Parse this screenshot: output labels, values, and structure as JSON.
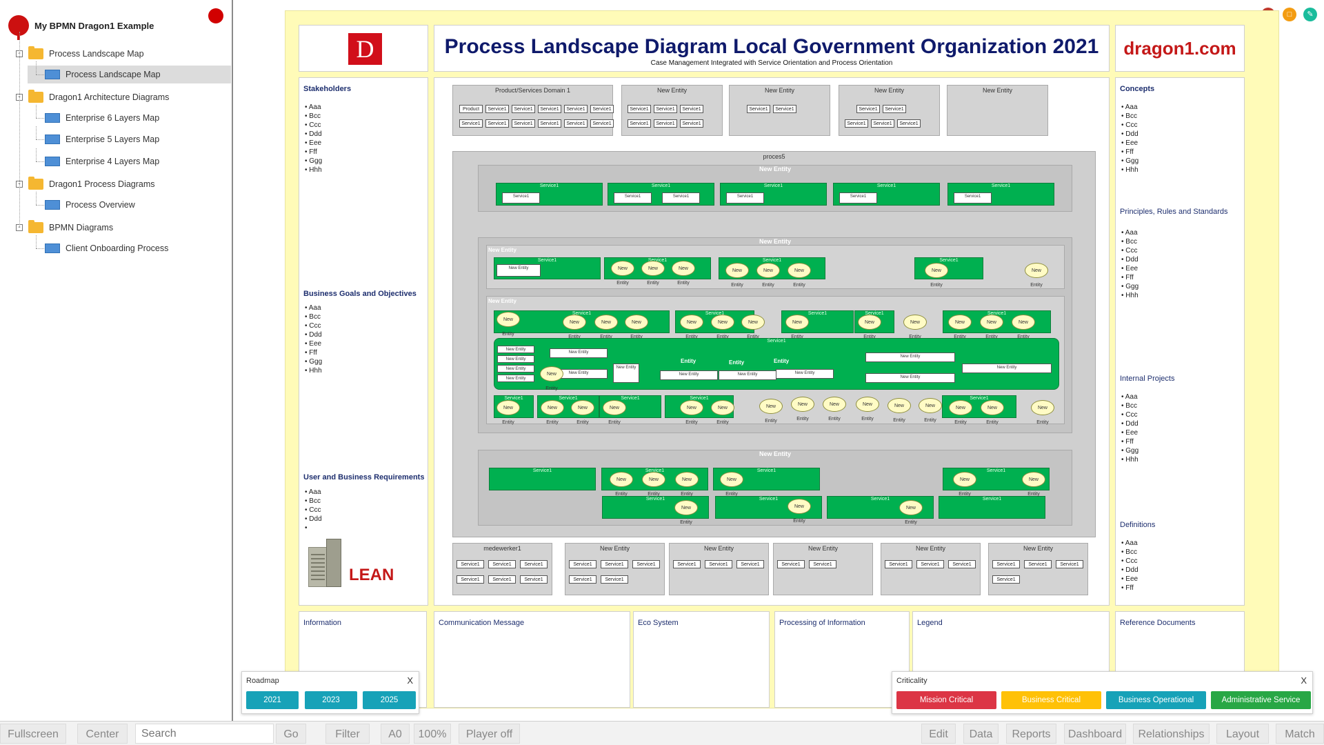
{
  "tree": {
    "root": "My BPMN Dragon1 Example",
    "items": [
      {
        "label": "Process Landscape Map",
        "kind": "folder"
      },
      {
        "label": "Process Landscape Map",
        "kind": "doc",
        "selected": true
      },
      {
        "label": "Dragon1 Architecture Diagrams",
        "kind": "folder"
      },
      {
        "label": "Enterprise 6 Layers Map",
        "kind": "doc"
      },
      {
        "label": "Enterprise 5 Layers Map",
        "kind": "doc"
      },
      {
        "label": "Enterprise 4 Layers Map",
        "kind": "doc"
      },
      {
        "label": "Dragon1 Process Diagrams",
        "kind": "folder"
      },
      {
        "label": "Process Overview",
        "kind": "doc"
      },
      {
        "label": "BPMN Diagrams",
        "kind": "folder"
      },
      {
        "label": "Client Onboarding Process",
        "kind": "doc"
      }
    ]
  },
  "diagram": {
    "logo_letter": "D",
    "title": "Process Landscape Diagram Local Government Organization 2021",
    "subtitle": "Case Management Integrated with Service Orientation and Process Orientation",
    "brand": "dragon1.com",
    "lean": "LEAN",
    "left_sections": [
      {
        "title": "Stakeholders",
        "items": [
          "Aaa",
          "Bcc",
          "Ccc",
          "Ddd",
          "Eee",
          "Fff",
          "Ggg",
          "Hhh"
        ]
      },
      {
        "title": "Business Goals and Objectives",
        "items": [
          "Aaa",
          "Bcc",
          "Ccc",
          "Ddd",
          "Eee",
          "Fff",
          "Ggg",
          "Hhh"
        ]
      },
      {
        "title": "User and Business Requirements",
        "items": [
          "Aaa",
          "Bcc",
          "Ccc",
          "Ddd",
          ""
        ]
      }
    ],
    "right_sections": [
      {
        "title": "Concepts",
        "items": [
          "Aaa",
          "Bcc",
          "Ccc",
          "Ddd",
          "Eee",
          "Fff",
          "Ggg",
          "Hhh"
        ]
      },
      {
        "title": "Principles, Rules and Standards",
        "items": [
          "Aaa",
          "Bcc",
          "Ccc",
          "Ddd",
          "Eee",
          "Fff",
          "Ggg",
          "Hhh"
        ]
      },
      {
        "title": "Internal Projects",
        "items": [
          "Aaa",
          "Bcc",
          "Ccc",
          "Ddd",
          "Eee",
          "Fff",
          "Ggg",
          "Hhh"
        ]
      },
      {
        "title": "Definitions",
        "items": [
          "Aaa",
          "Bcc",
          "Ccc",
          "Ddd",
          "Eee",
          "Fff"
        ]
      }
    ],
    "bottom_sections": [
      "Information",
      "Communication Message",
      "Eco System",
      "Processing of Information",
      "Legend",
      "Reference Documents"
    ],
    "domain1": "Product/Services Domain 1",
    "new_entity": "New Entity",
    "service": "Service1",
    "product": "Product",
    "process": "proces5",
    "entity": "Entity",
    "medewerker": "medewerker1"
  },
  "roadmap": {
    "title": "Roadmap",
    "close": "X",
    "years": [
      "2021",
      "2023",
      "2025"
    ],
    "color": "#17a2b8"
  },
  "criticality": {
    "title": "Criticality",
    "close": "X",
    "items": [
      {
        "label": "Mission Critical",
        "color": "#dc3545"
      },
      {
        "label": "Business Critical",
        "color": "#ffc107"
      },
      {
        "label": "Business Operational",
        "color": "#17a2b8"
      },
      {
        "label": "Administrative Service",
        "color": "#28a745"
      }
    ]
  },
  "toolbar": {
    "fullscreen": "Fullscreen",
    "center": "Center",
    "search_placeholder": "Search",
    "go": "Go",
    "filter": "Filter",
    "a0": "A0",
    "zoom": "100%",
    "player": "Player off",
    "edit": "Edit",
    "data": "Data",
    "reports": "Reports",
    "dashboard": "Dashboard",
    "relationships": "Relationships",
    "layout": "Layout",
    "match": "Match"
  },
  "top_icons": [
    {
      "name": "share-icon",
      "color": "#c0392b"
    },
    {
      "name": "comment-icon",
      "color": "#f39c12"
    },
    {
      "name": "edit-icon",
      "color": "#1abc9c"
    }
  ]
}
